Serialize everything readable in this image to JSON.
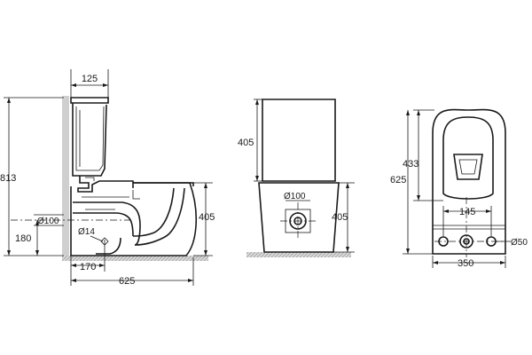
{
  "side_view": {
    "dim_tank_depth": "125",
    "dim_total_height": "813",
    "dim_pan_height": "405",
    "dim_outlet_diameter": "Ø100",
    "dim_outlet_height": "180",
    "dim_inlet_diameter": "Ø14",
    "dim_outlet_distance": "170",
    "dim_total_depth": "625"
  },
  "front_view": {
    "dim_tank_height": "405",
    "dim_pan_height": "405",
    "dim_outlet_diameter": "Ø100"
  },
  "top_view": {
    "dim_bowl_length": "433",
    "dim_total_length": "625",
    "dim_hole_spacing": "145",
    "dim_hole_diameter": "Ø50",
    "dim_width": "350"
  },
  "colors": {
    "line": "#1a1a1a",
    "wall": "#cfcfcf",
    "background": "#ffffff"
  }
}
